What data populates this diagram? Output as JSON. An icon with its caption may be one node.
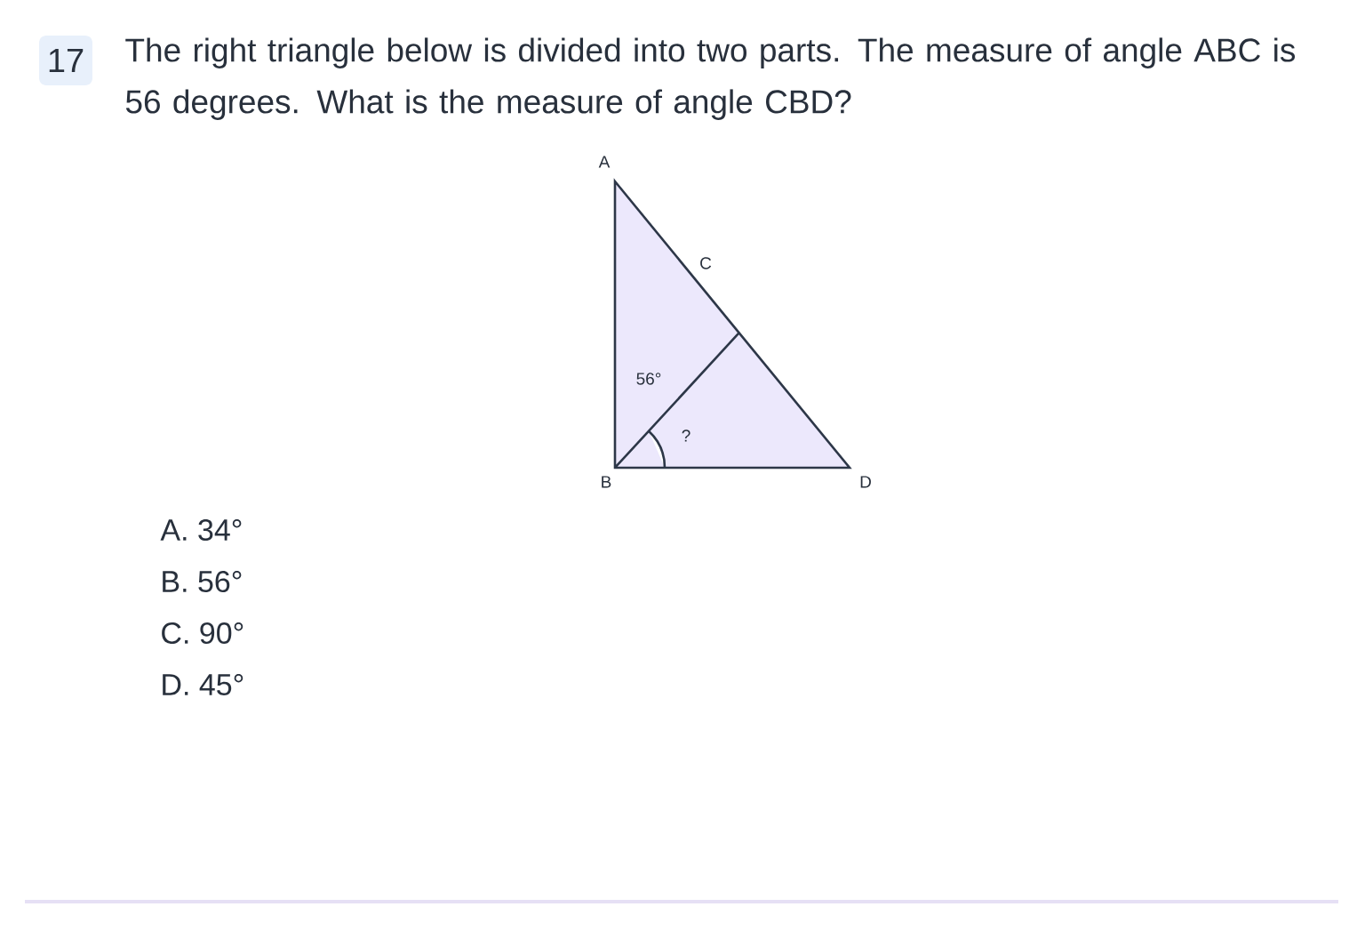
{
  "diagram": {
    "title": "The right triangle below is divided into two parts. The measure of angle ABC is 56 degrees. What is the measure of angle CBD?",
    "labels": [
      "17",
      "A",
      "C",
      "56°",
      "?",
      "B",
      "D",
      "A. 34°",
      "B. 56°",
      "C. 90°",
      "D. 45°"
    ]
  }
}
